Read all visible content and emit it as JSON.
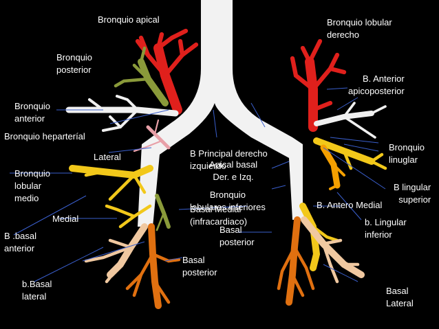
{
  "colors": {
    "background": "#000000",
    "trachea": "#f2f2f2",
    "apical": "#e0201c",
    "posterior": "#8a9a3a",
    "anterior": "#f0f0f0",
    "pink": "#e8a0a8",
    "middle_lobe": "#f2c81a",
    "lateral_basal": "#f0a860",
    "anterior_basal": "#e07010",
    "lingula": "#f5a000",
    "basal_light": "#f0c8a0",
    "leader": "#3a5fcd"
  },
  "labels": {
    "bronquio_apical": "Bronquio apical",
    "bronquio_lobular_derecho": "Bronquio lobular\nderecho",
    "bronquio_posterior": "Bronquio\nposterior",
    "b_anterior_apicoposterior": "B. Anterior\napicoposterior",
    "bronquio_anterior": "Bronquio\nanterior",
    "bronquio_hiparterial": "Bronquio heparteríal",
    "bronquio_linuglar": "Bronquio\nlinuglar",
    "lateral": "Lateral",
    "b_principal_derecho": "B Principal derecho\nizquierdo",
    "apical_basal": "Apical basal\nDer. e Izq.",
    "b_lingular_superior": "B lingular\nsuperior",
    "bronquio_lobular_medio": "Bronquio\n lobular\nmedio",
    "bronquio_lobular_inferiores": "Bronquio\nlobulares inferiores",
    "basal_medial": "Basal Medial\n(infracardiaco)",
    "b_antero_medial": "B. Antero Medial",
    "medial": "Medial",
    "basal_posterior_center": "Basal\nposterior",
    "b_lingular_inferior": "b. Lingular\ninferior",
    "b_basal_anterior": "B .basal\nanterior",
    "basal_posterior_left": "Basal\nposterior",
    "b_basal_lateral": "b.Basal\nlateral",
    "basal_lateral_right": "Basal\nLateral"
  }
}
